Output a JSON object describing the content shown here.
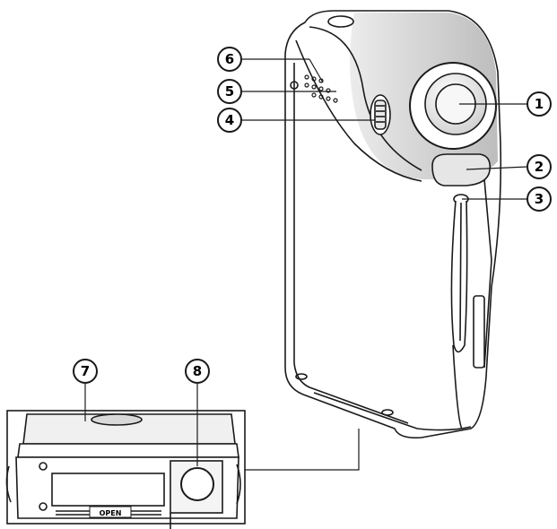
{
  "callouts": [
    {
      "id": "1",
      "label": "1"
    },
    {
      "id": "2",
      "label": "2"
    },
    {
      "id": "3",
      "label": "3"
    },
    {
      "id": "4",
      "label": "4"
    },
    {
      "id": "5",
      "label": "5"
    },
    {
      "id": "6",
      "label": "6"
    },
    {
      "id": "7",
      "label": "7"
    },
    {
      "id": "8",
      "label": "8"
    }
  ],
  "bottom_view": {
    "open_label": "OPEN"
  },
  "colors": {
    "line": "#1a1a1a",
    "shade": "#d9d9d9",
    "lens": "#f2f2f2",
    "background": "#ffffff"
  }
}
